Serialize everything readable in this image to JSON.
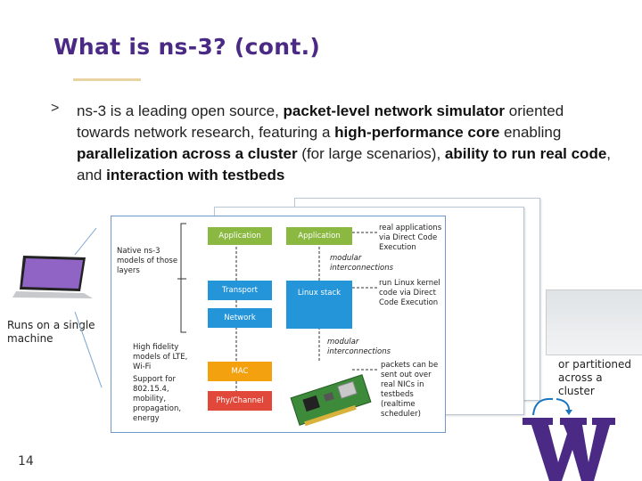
{
  "slide": {
    "title": "What is ns-3? (cont.)",
    "page_number": "14",
    "bullet_glyph": ">",
    "bullet": {
      "t1": "ns-3 is a leading open source, ",
      "b1": "packet-level network simulator",
      "t2": " oriented towards network research, featuring a ",
      "b2": "high-performance core",
      "t3": " enabling ",
      "b3": "parallelization across a cluster",
      "t4": " (for large scenarios), ",
      "b4": "ability to run real code",
      "t5": ", and ",
      "b5": "interaction with testbeds"
    }
  },
  "figure": {
    "boxes": {
      "application_1": "Application",
      "application_2": "Application",
      "transport": "Transport",
      "linux_stack": "Linux stack",
      "network": "Network",
      "mac": "MAC",
      "phy": "Phy/Channel"
    },
    "native_label": "Native ns-3 models of those layers",
    "real_apps": "real applications via Direct Code Execution",
    "modular_1": "modular interconnections",
    "run_linux": "run Linux kernel code via Direct Code Execution",
    "modular_2": "modular interconnections",
    "fidelity_1": "High fidelity models of LTE, Wi-Fi",
    "fidelity_2": "Support for 802.15.4, mobility, propagation, energy",
    "packets": "packets can be sent out over real NICs in testbeds (realtime scheduler)"
  },
  "side": {
    "single_machine": "Runs on a single machine",
    "cluster": "or partitioned across a cluster"
  },
  "colors": {
    "title": "#4b2a85",
    "green_box": "#8ab840",
    "blue_box": "#2495d9",
    "orange_box": "#f3a10f",
    "red_box": "#e2483a",
    "uw_purple": "#4b2a85"
  }
}
